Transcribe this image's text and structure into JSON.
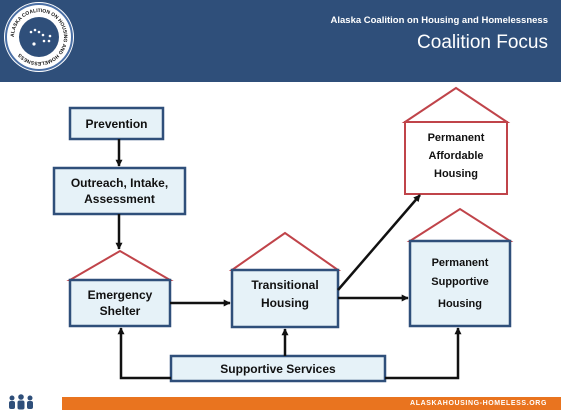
{
  "header": {
    "org_name": "Alaska Coalition on Housing and Homelessness",
    "slide_title": "Coalition Focus",
    "logo_text": "ALASKA COALITION ON HOUSING AND HOMELESSNESS",
    "colors": {
      "band": "#2f4f7a",
      "logo_ring": "#4a6fa5"
    }
  },
  "diagram": {
    "colors": {
      "box_fill": "#e6f2f8",
      "box_border": "#2f4f7a",
      "roof": "#c0444a",
      "arrow": "#111111"
    },
    "nodes": {
      "prevention": {
        "lines": [
          "Prevention"
        ]
      },
      "outreach": {
        "lines": [
          "Outreach, Intake,",
          "Assessment"
        ]
      },
      "emergency": {
        "lines": [
          "Emergency",
          "Shelter"
        ]
      },
      "transitional": {
        "lines": [
          "Transitional",
          "Housing"
        ]
      },
      "affordable": {
        "lines": [
          "Permanent",
          "Affordable",
          "Housing"
        ]
      },
      "supportive": {
        "lines": [
          "Permanent",
          "Supportive",
          "Housing"
        ]
      },
      "services": {
        "lines": [
          "Supportive Services"
        ]
      }
    }
  },
  "footer": {
    "url": "ALASKAHOUSING-HOMELESS.ORG",
    "colors": {
      "bar": "#e9741f",
      "icon": "#2f4f7a"
    }
  }
}
